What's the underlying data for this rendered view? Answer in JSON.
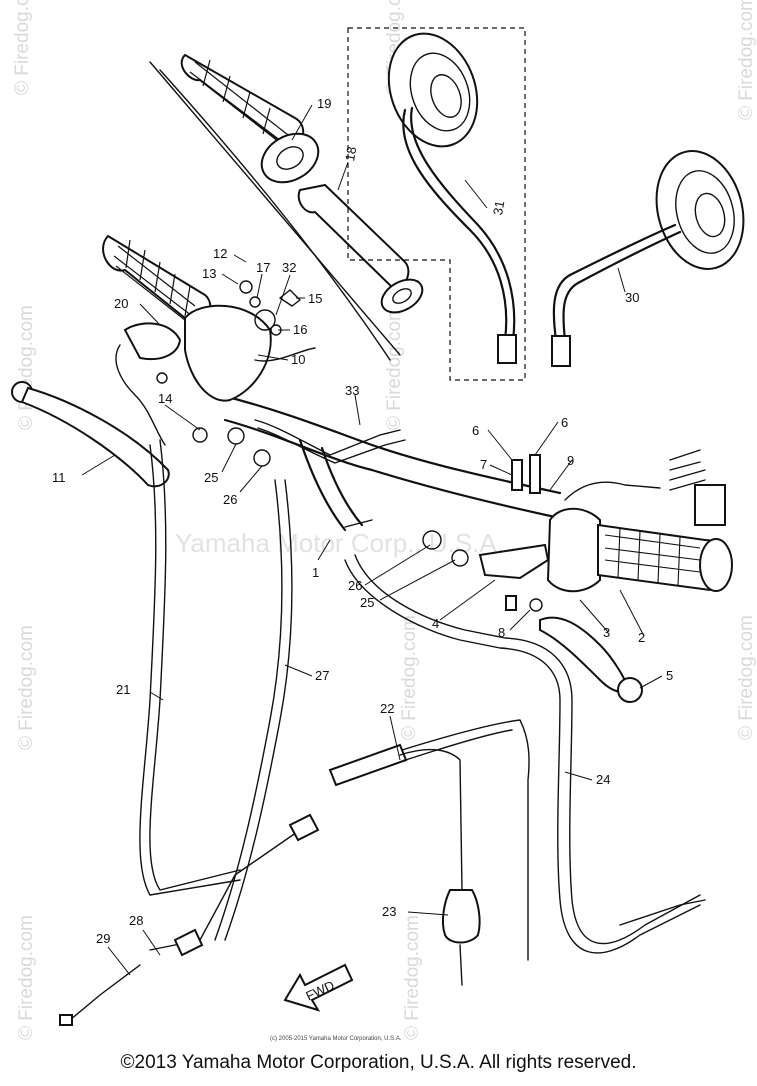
{
  "watermarks": [
    "© Firedog.com",
    "Yamaha Motor Corp., U.S.A."
  ],
  "fwd_mark": "FWD",
  "fine_print": "(c) 2005-2015 Yamaha Motor Corporation, U.S.A.",
  "copyright": "©2013 Yamaha Motor Corporation, U.S.A. All rights reserved.",
  "labels": {
    "p1": "1",
    "p2": "2",
    "p3": "3",
    "p4": "4",
    "p5": "5",
    "p6a": "6",
    "p6b": "6",
    "p7": "7",
    "p8": "8",
    "p9": "9",
    "p10": "10",
    "p11": "11",
    "p12": "12",
    "p13": "13",
    "p14": "14",
    "p15": "15",
    "p16": "16",
    "p17": "17",
    "p18": "18",
    "p19": "19",
    "p20": "20",
    "p21": "21",
    "p22": "22",
    "p23": "23",
    "p24": "24",
    "p25a": "25",
    "p25b": "25",
    "p26a": "26",
    "p26b": "26",
    "p27": "27",
    "p28": "28",
    "p29": "29",
    "p30": "30",
    "p31": "31",
    "p32": "32",
    "p33": "33"
  }
}
